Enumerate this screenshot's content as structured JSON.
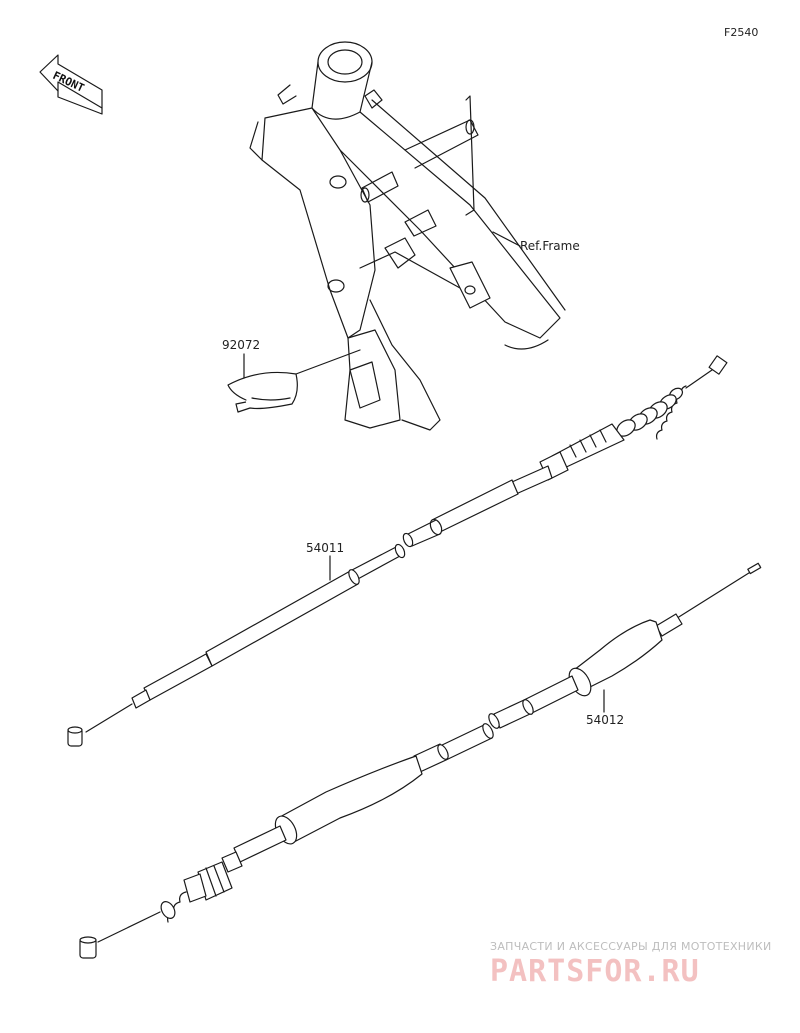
{
  "figure_id": "F2540",
  "front_marker": "FRONT",
  "callouts": {
    "ref_frame": "Ref.Frame",
    "part_92072": "92072",
    "part_54011": "54011",
    "part_54012": "54012"
  },
  "watermark": {
    "tagline": "ЗАПЧАСТИ И АКСЕССУАРЫ ДЛЯ МОТОТЕХНИКИ",
    "logo": "PARTSFOR.RU"
  }
}
